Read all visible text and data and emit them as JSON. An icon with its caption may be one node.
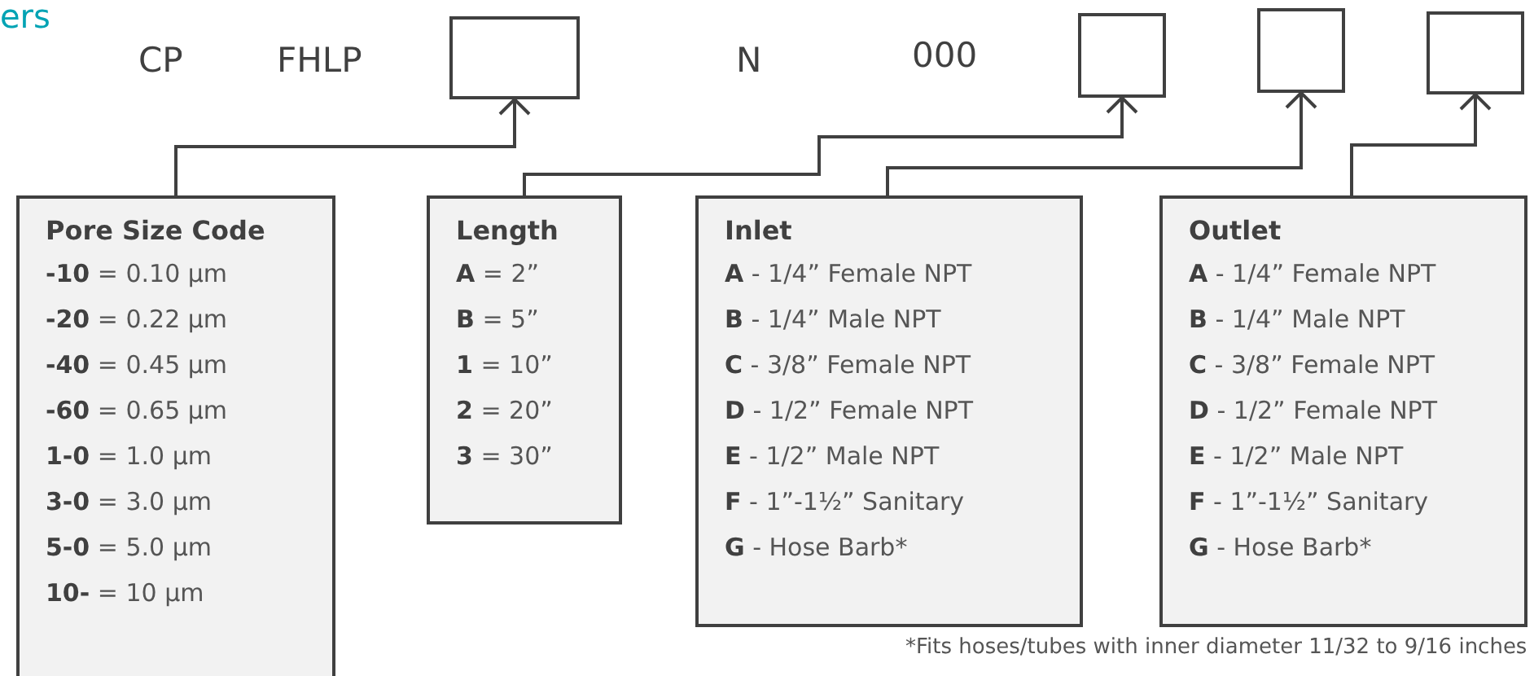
{
  "diagram": {
    "title": "ers",
    "nodes": [
      {
        "text": [],
        "shape": "box"
      },
      {
        "text": [],
        "shape": "box"
      },
      {
        "text": [],
        "shape": "box"
      },
      {
        "text": [],
        "shape": "box"
      },
      {
        "text": [
          "Pore Size Code",
          "**-10** = 0.10 µm",
          "**-20** = 0.22 µm",
          "**-40** = 0.45 µm",
          "**-60** = 0.65 µm",
          "**1-0** = 1.0 µm",
          "**3-0** = 3.0 µm",
          "**5-0** = 5.0 µm",
          "**10-** = 10 µm"
        ]
      },
      {
        "text": [
          "Length",
          "**A** = 2”",
          "**B** = 5”",
          "**1** = 10”",
          "**2** = 20”",
          "**3** = 30”"
        ]
      },
      {
        "text": [
          "Inlet",
          "**A** - 1/4” Female NPT",
          "**B** - 1/4” Male NPT",
          "**C** - 3/8” Female NPT",
          "**D** - 1/2” Female NPT",
          "**E** - 1/2” Male NPT",
          "**F** - 1”-1½” Sanitary",
          "**G** - Hose Barb*"
        ]
      },
      {
        "text": [
          "Outlet",
          "**A** - 1/4” Female NPT",
          "**B** - 1/4” Male NPT",
          "**C** - 3/8” Female NPT",
          "**D** - 1/2” Female NPT",
          "**E** - 1/2” Male NPT",
          "**F** - 1”-1½” Sanitary",
          "**G** - Hose Barb*"
        ]
      }
    ],
    "edges": [
      {
        "from": 4,
        "to": 0,
        "arrow": "to"
      },
      {
        "from": 5,
        "to": 1,
        "arrow": "to"
      },
      {
        "from": 6,
        "to": 2,
        "arrow": "to"
      },
      {
        "from": 7,
        "to": 3,
        "arrow": "to"
      }
    ],
    "labels": [
      "CP",
      "FHLP",
      "N",
      "000",
      "*Fits hoses/tubes with inner diameter 11/32 to 9/16 inches"
    ]
  }
}
